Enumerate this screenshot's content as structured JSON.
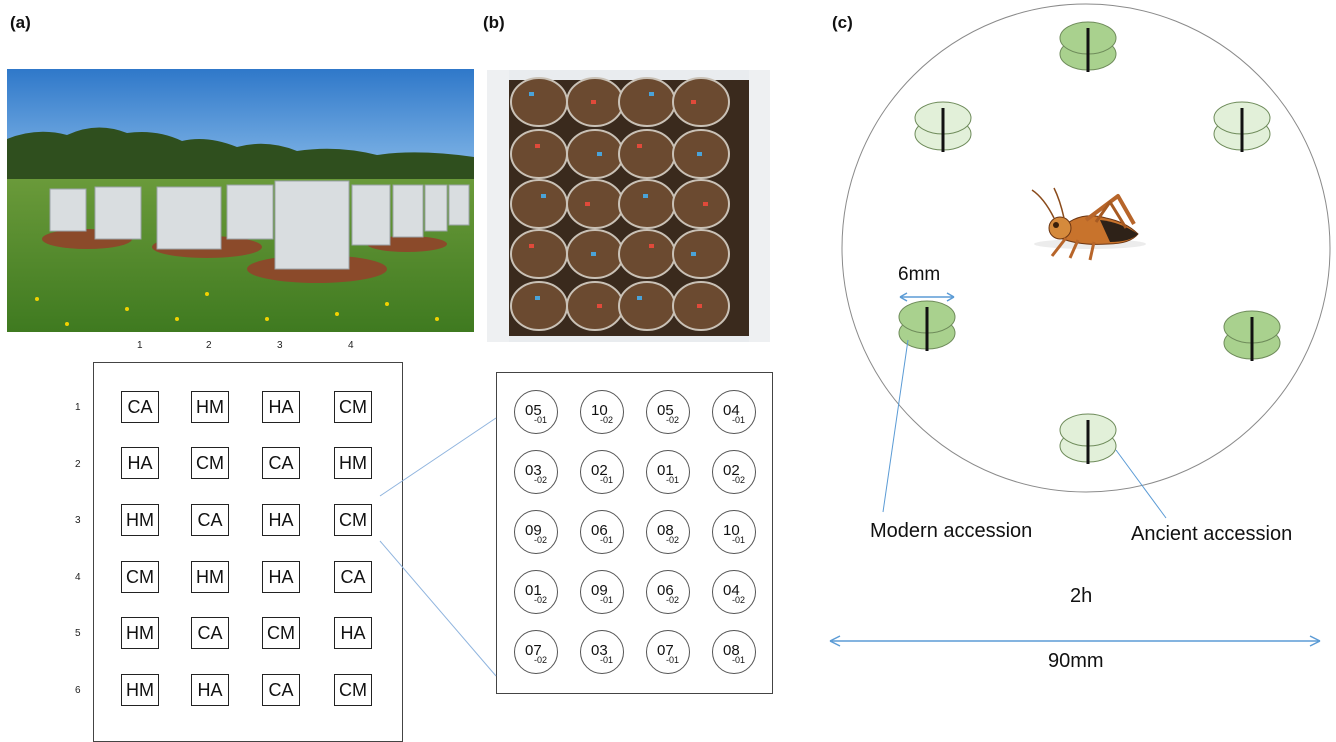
{
  "panels": {
    "a": "(a)",
    "b": "(b)",
    "c": "(c)"
  },
  "panel_a": {
    "columns": [
      "1",
      "2",
      "3",
      "4"
    ],
    "rows": [
      "1",
      "2",
      "3",
      "4",
      "5",
      "6"
    ],
    "cells": [
      [
        "CA",
        "HM",
        "HA",
        "CM"
      ],
      [
        "HA",
        "CM",
        "CA",
        "HM"
      ],
      [
        "HM",
        "CA",
        "HA",
        "CM"
      ],
      [
        "CM",
        "HM",
        "HA",
        "CA"
      ],
      [
        "HM",
        "CA",
        "CM",
        "HA"
      ],
      [
        "HM",
        "HA",
        "CA",
        "CM"
      ]
    ]
  },
  "panel_b": {
    "pots": [
      [
        {
          "main": "05",
          "sub": "-01"
        },
        {
          "main": "10",
          "sub": "-02"
        },
        {
          "main": "05",
          "sub": "-02"
        },
        {
          "main": "04",
          "sub": "-01"
        }
      ],
      [
        {
          "main": "03",
          "sub": "-02"
        },
        {
          "main": "02",
          "sub": "-01"
        },
        {
          "main": "01",
          "sub": "-01"
        },
        {
          "main": "02",
          "sub": "-02"
        }
      ],
      [
        {
          "main": "09",
          "sub": "-02"
        },
        {
          "main": "06",
          "sub": "-01"
        },
        {
          "main": "08",
          "sub": "-02"
        },
        {
          "main": "10",
          "sub": "-01"
        }
      ],
      [
        {
          "main": "01",
          "sub": "-02"
        },
        {
          "main": "09",
          "sub": "-01"
        },
        {
          "main": "06",
          "sub": "-02"
        },
        {
          "main": "04",
          "sub": "-02"
        }
      ],
      [
        {
          "main": "07",
          "sub": "-02"
        },
        {
          "main": "03",
          "sub": "-01"
        },
        {
          "main": "07",
          "sub": "-01"
        },
        {
          "main": "08",
          "sub": "-01"
        }
      ]
    ]
  },
  "panel_c": {
    "disc_width_label": "6mm",
    "modern_label": "Modern accession",
    "ancient_label": "Ancient accession",
    "duration_label": "2h",
    "dish_width_label": "90mm",
    "colors": {
      "modern": "#a9d18e",
      "ancient": "#e2f0d9",
      "arrow": "#5b9bd5",
      "dish": "#888888"
    }
  }
}
